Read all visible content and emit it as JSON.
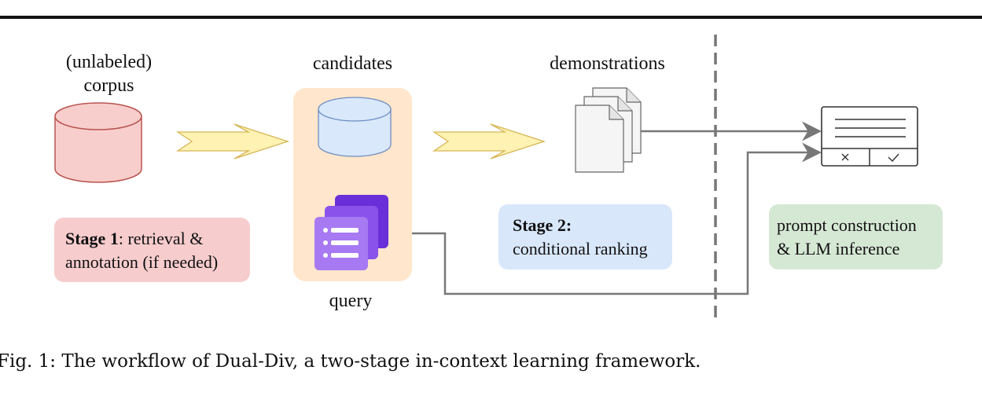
{
  "labels": {
    "corpus_line1": "(unlabeled)",
    "corpus_line2": "corpus",
    "candidates": "candidates",
    "demonstrations": "demonstrations",
    "query": "query"
  },
  "stages": {
    "stage1": {
      "title": "Stage 1",
      "text_line1": ": retrieval &",
      "text_line2": "annotation (if needed)"
    },
    "stage2": {
      "title": "Stage 2:",
      "text_line2": "conditional ranking"
    },
    "stage3": {
      "text_line1": "prompt construction",
      "text_line2": "& LLM inference"
    }
  },
  "caption": "Fig. 1: The workflow of Dual-Div, a two-stage in-context learning framework.",
  "icons": {
    "corpus": "database-cylinder-icon",
    "candidates": "database-cylinder-icon",
    "query": "stacked-list-cards-icon",
    "demonstrations": "stacked-documents-icon",
    "prompt": "dialog-window-icon",
    "arrows": "chevron-arrow-icon"
  },
  "colors": {
    "corpus_fill": "#f8cecc",
    "corpus_stroke": "#b85450",
    "candidates_fill": "#dae8fc",
    "candidates_stroke": "#6c8ebf",
    "candidates_panel": "#ffe6cc",
    "arrow_fill": "#fff2b3",
    "arrow_stroke": "#d6b656",
    "query_purple": "#7b3fe4",
    "stage1_bg": "#f7cccd",
    "stage2_bg": "#d9e7fb",
    "stage3_bg": "#d5e8d4",
    "connector": "#777777"
  }
}
